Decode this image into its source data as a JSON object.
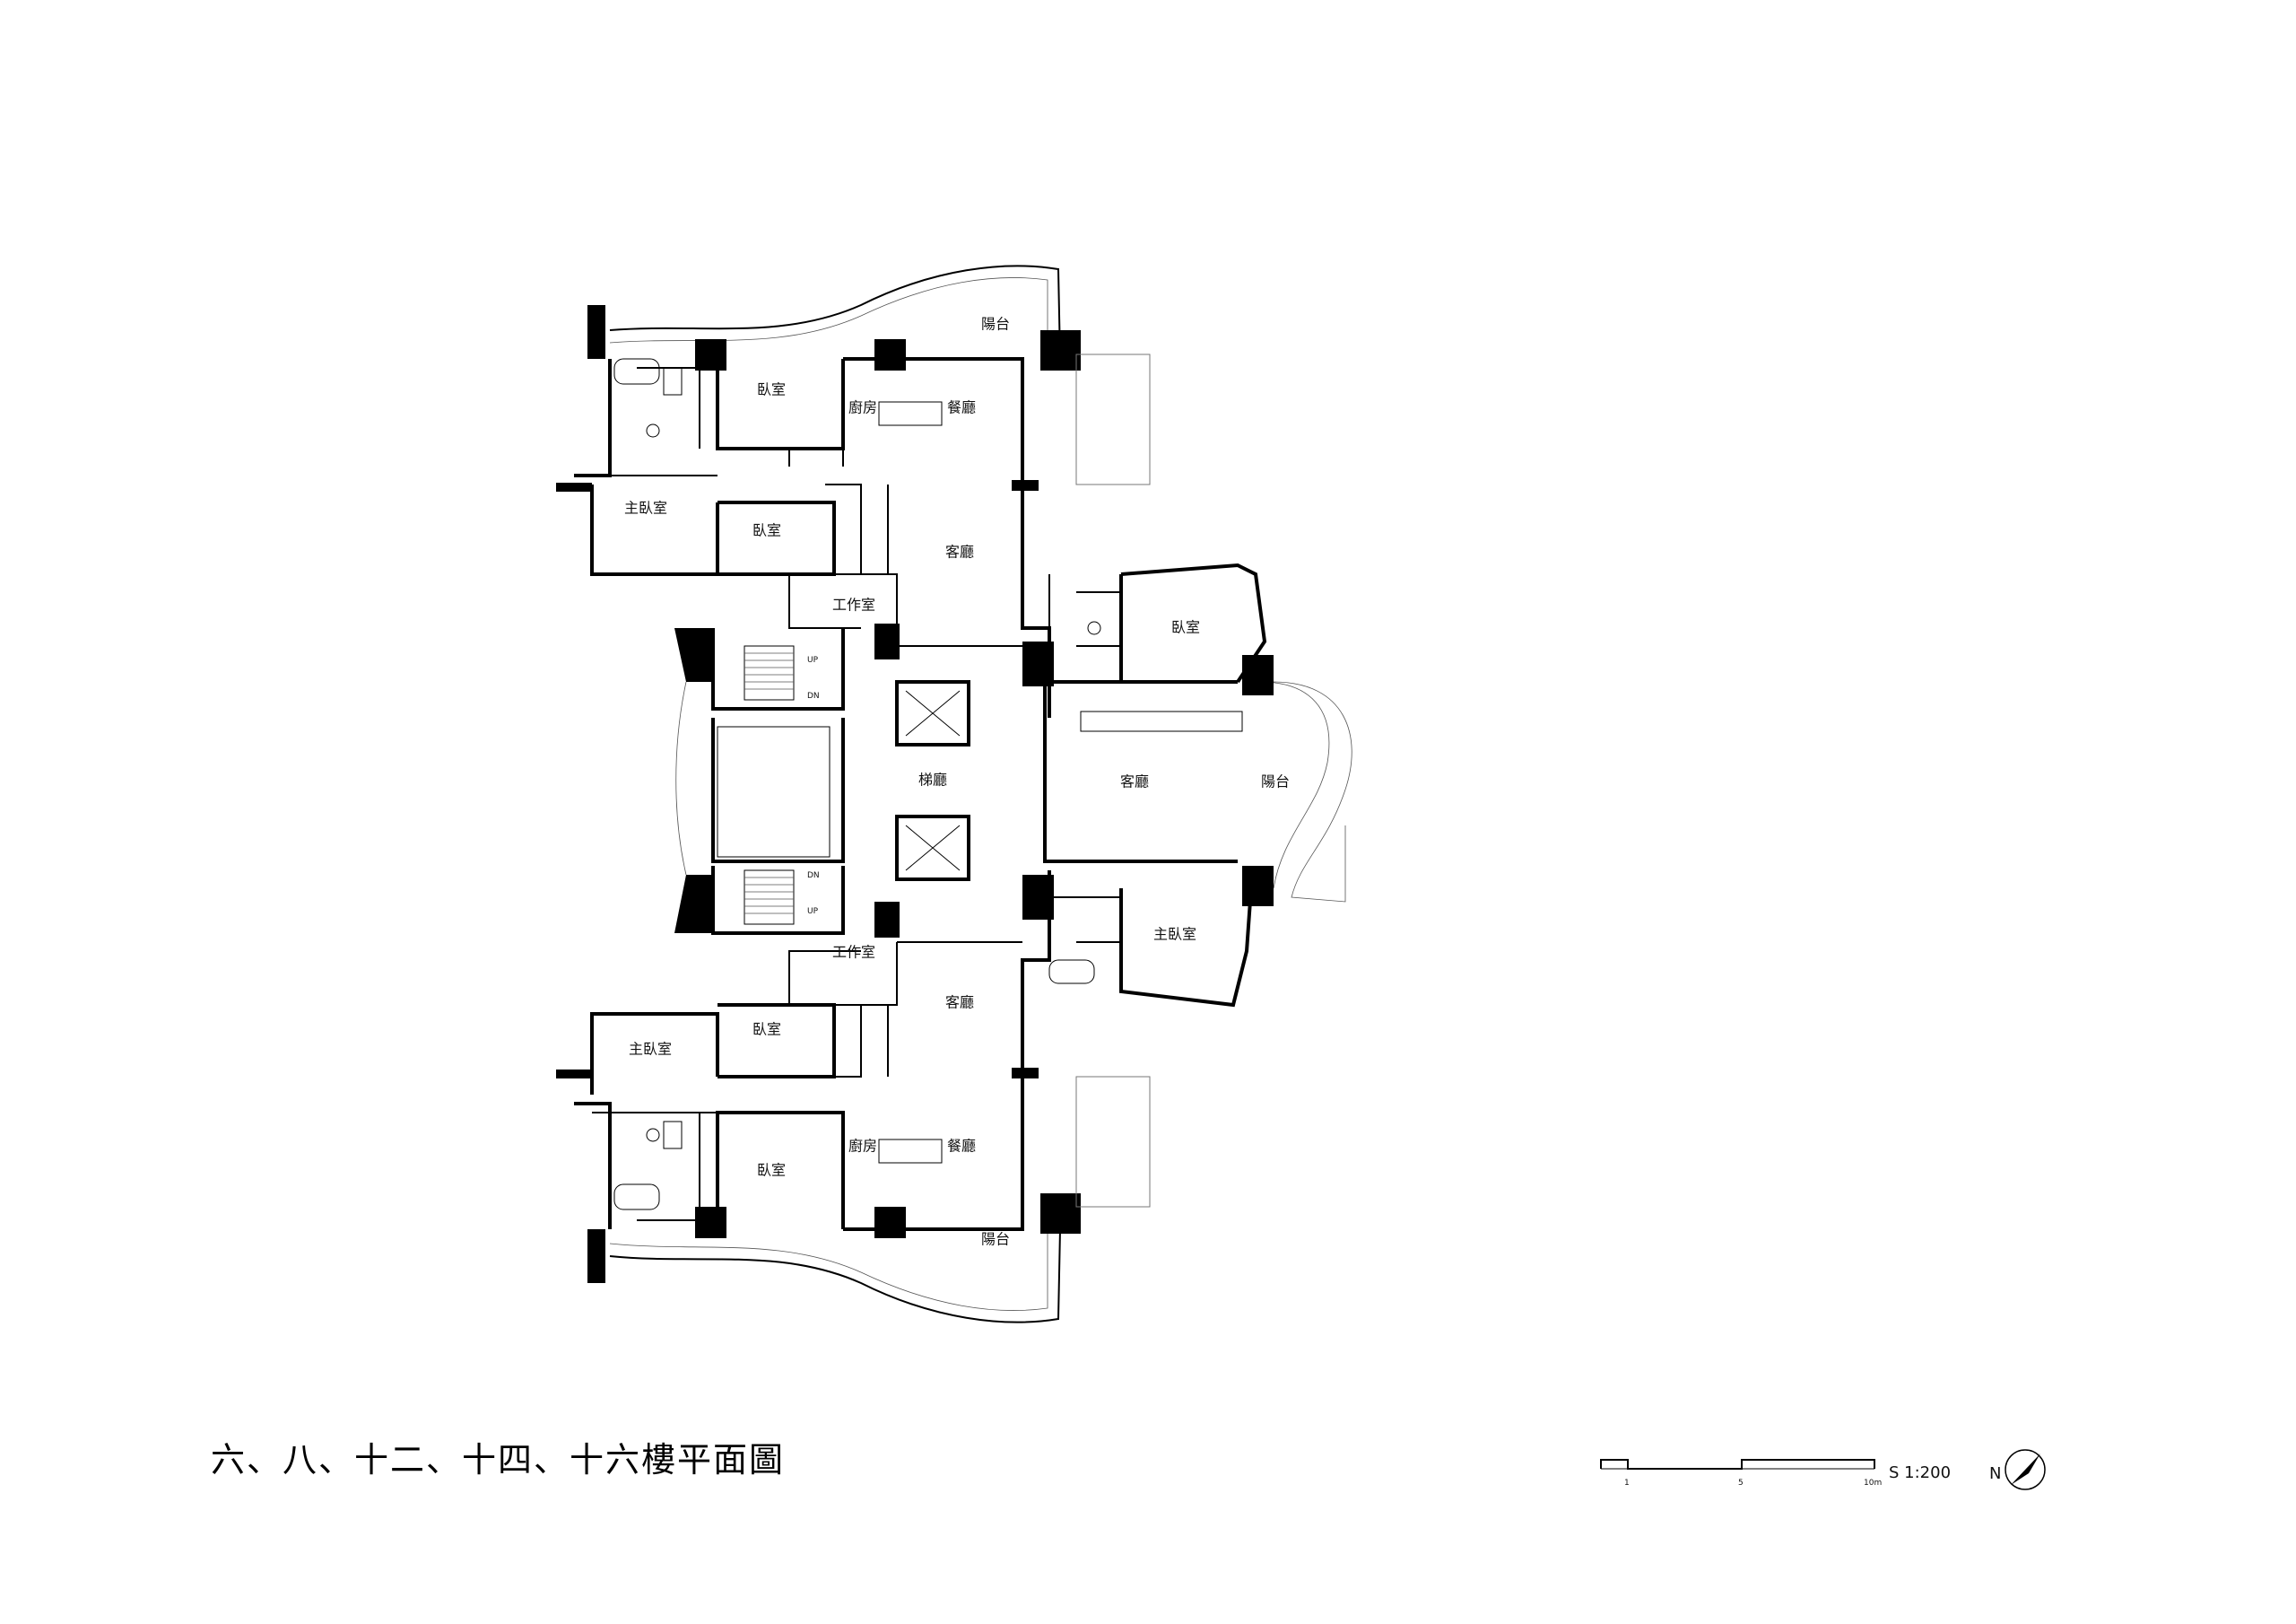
{
  "title": "六、八、十二、十四、十六樓平面圖",
  "scale": {
    "ratio": "S 1:200",
    "ticks": [
      "1",
      "5",
      "10m"
    ],
    "north": "N"
  },
  "rooms": {
    "upper_balcony": "陽台",
    "upper_bedroom_1": "臥室",
    "upper_kitchen": "廚房",
    "upper_dining": "餐廳",
    "upper_master_bedroom": "主臥室",
    "upper_bedroom_2": "臥室",
    "upper_living": "客廳",
    "upper_study": "工作室",
    "stair_up_top": "UP",
    "stair_dn_top": "DN",
    "lobby": "梯廳",
    "stair_dn_bottom": "DN",
    "stair_up_bottom": "UP",
    "lower_study": "工作室",
    "lower_living": "客廳",
    "lower_master_bedroom": "主臥室",
    "lower_bedroom_2": "臥室",
    "lower_kitchen": "廚房",
    "lower_dining": "餐廳",
    "lower_bedroom_1": "臥室",
    "lower_balcony": "陽台",
    "east_bedroom": "臥室",
    "east_living": "客廳",
    "east_balcony": "陽台",
    "east_master_bedroom": "主臥室"
  }
}
